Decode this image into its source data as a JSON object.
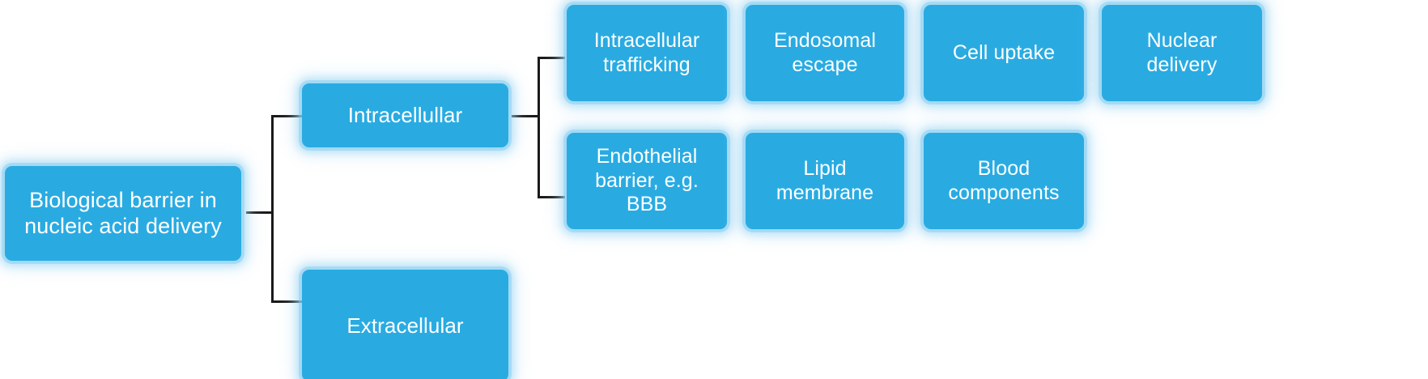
{
  "diagram": {
    "title_node": {
      "id": "root",
      "label": "Biological barrier in\nnucleic acid delivery"
    },
    "branches": [
      {
        "id": "intracellular",
        "label": "Intracellullar"
      },
      {
        "id": "extracellular",
        "label": "Extracellular"
      }
    ],
    "row_one": [
      {
        "id": "intracellular-trafficking",
        "label": "Intracellular\ntrafficking"
      },
      {
        "id": "endosomal-escape",
        "label": "Endosomal\nescape"
      },
      {
        "id": "cell-uptake",
        "label": "Cell uptake"
      },
      {
        "id": "nuclear-delivery",
        "label": "Nuclear\ndelivery"
      }
    ],
    "row_two": [
      {
        "id": "endothelial-barrier",
        "label": "Endothelial\nbarrier, e.g.\nBBB"
      },
      {
        "id": "lipid-membrane",
        "label": "Lipid\nmembrane"
      },
      {
        "id": "blood-components",
        "label": "Blood\ncomponents"
      }
    ],
    "colors": {
      "node_fill": "#29abe2",
      "node_text": "#ffffff",
      "connector": "#1a1a1a",
      "background": "#ffffff",
      "glow": "#96d4f3"
    }
  }
}
